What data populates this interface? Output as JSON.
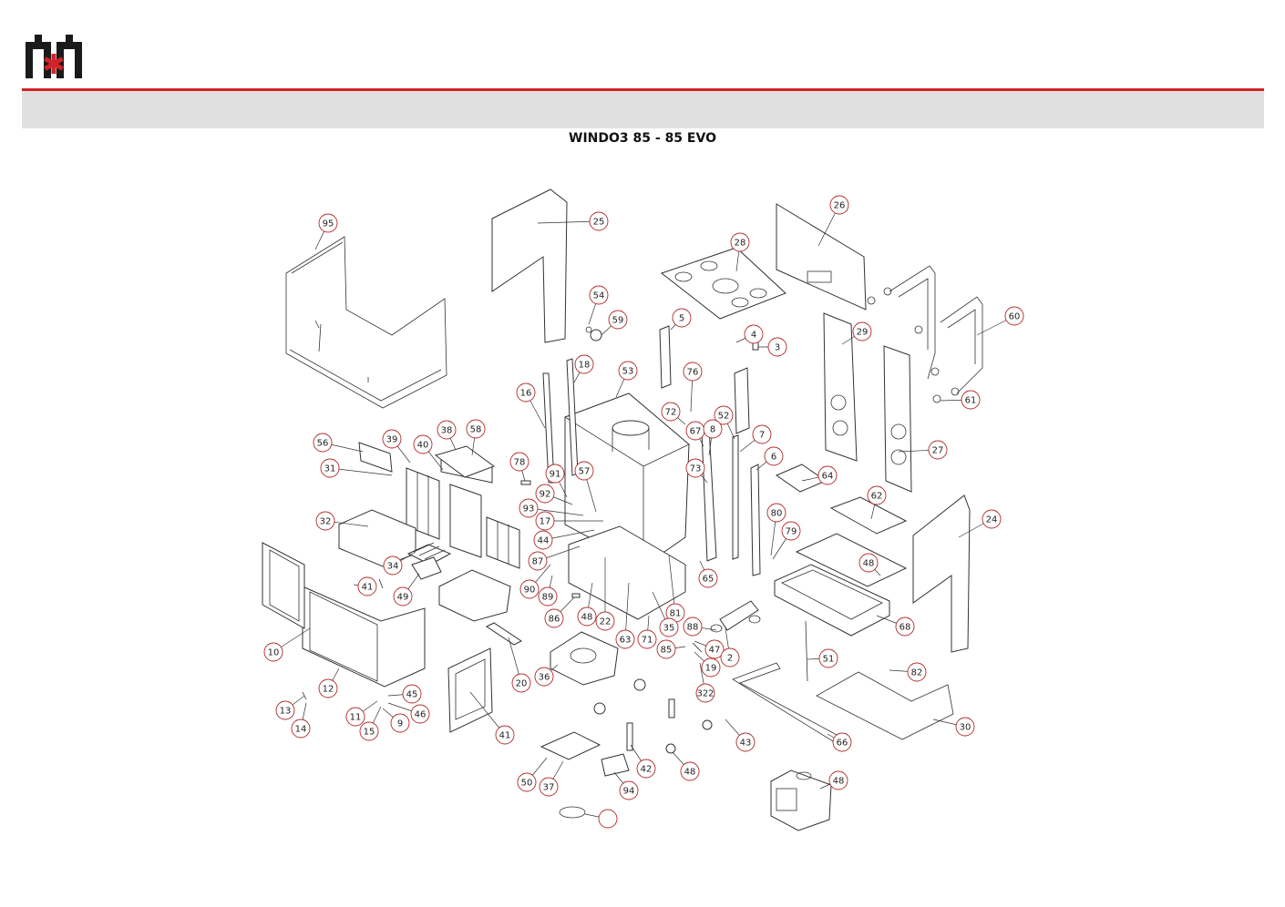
{
  "header": {
    "title": "WINDO3 85 - 85 EVO",
    "brand_color": "#d2232a",
    "bar_color": "#e0e0e0",
    "logo_icon": "brand-logo-icon"
  },
  "callouts": [
    "95",
    "25",
    "26",
    "28",
    "54",
    "59",
    "5",
    "4",
    "3",
    "60",
    "29",
    "18",
    "53",
    "76",
    "61",
    "16",
    "72",
    "52",
    "67",
    "8",
    "7",
    "6",
    "56",
    "39",
    "38",
    "58",
    "40",
    "78",
    "31",
    "91",
    "57",
    "73",
    "64",
    "92",
    "27",
    "62",
    "93",
    "17",
    "44",
    "32",
    "80",
    "79",
    "24",
    "87",
    "48",
    "34",
    "41",
    "49",
    "90",
    "89",
    "65",
    "86",
    "22",
    "81",
    "48",
    "88",
    "68",
    "10",
    "63",
    "71",
    "35",
    "47",
    "85",
    "2",
    "51",
    "82",
    "36",
    "19",
    "20",
    "322",
    "12",
    "45",
    "13",
    "11",
    "46",
    "14",
    "15",
    "9",
    "41",
    "43",
    "66",
    "30",
    "42",
    "48",
    "50",
    "37",
    "94",
    "48"
  ]
}
